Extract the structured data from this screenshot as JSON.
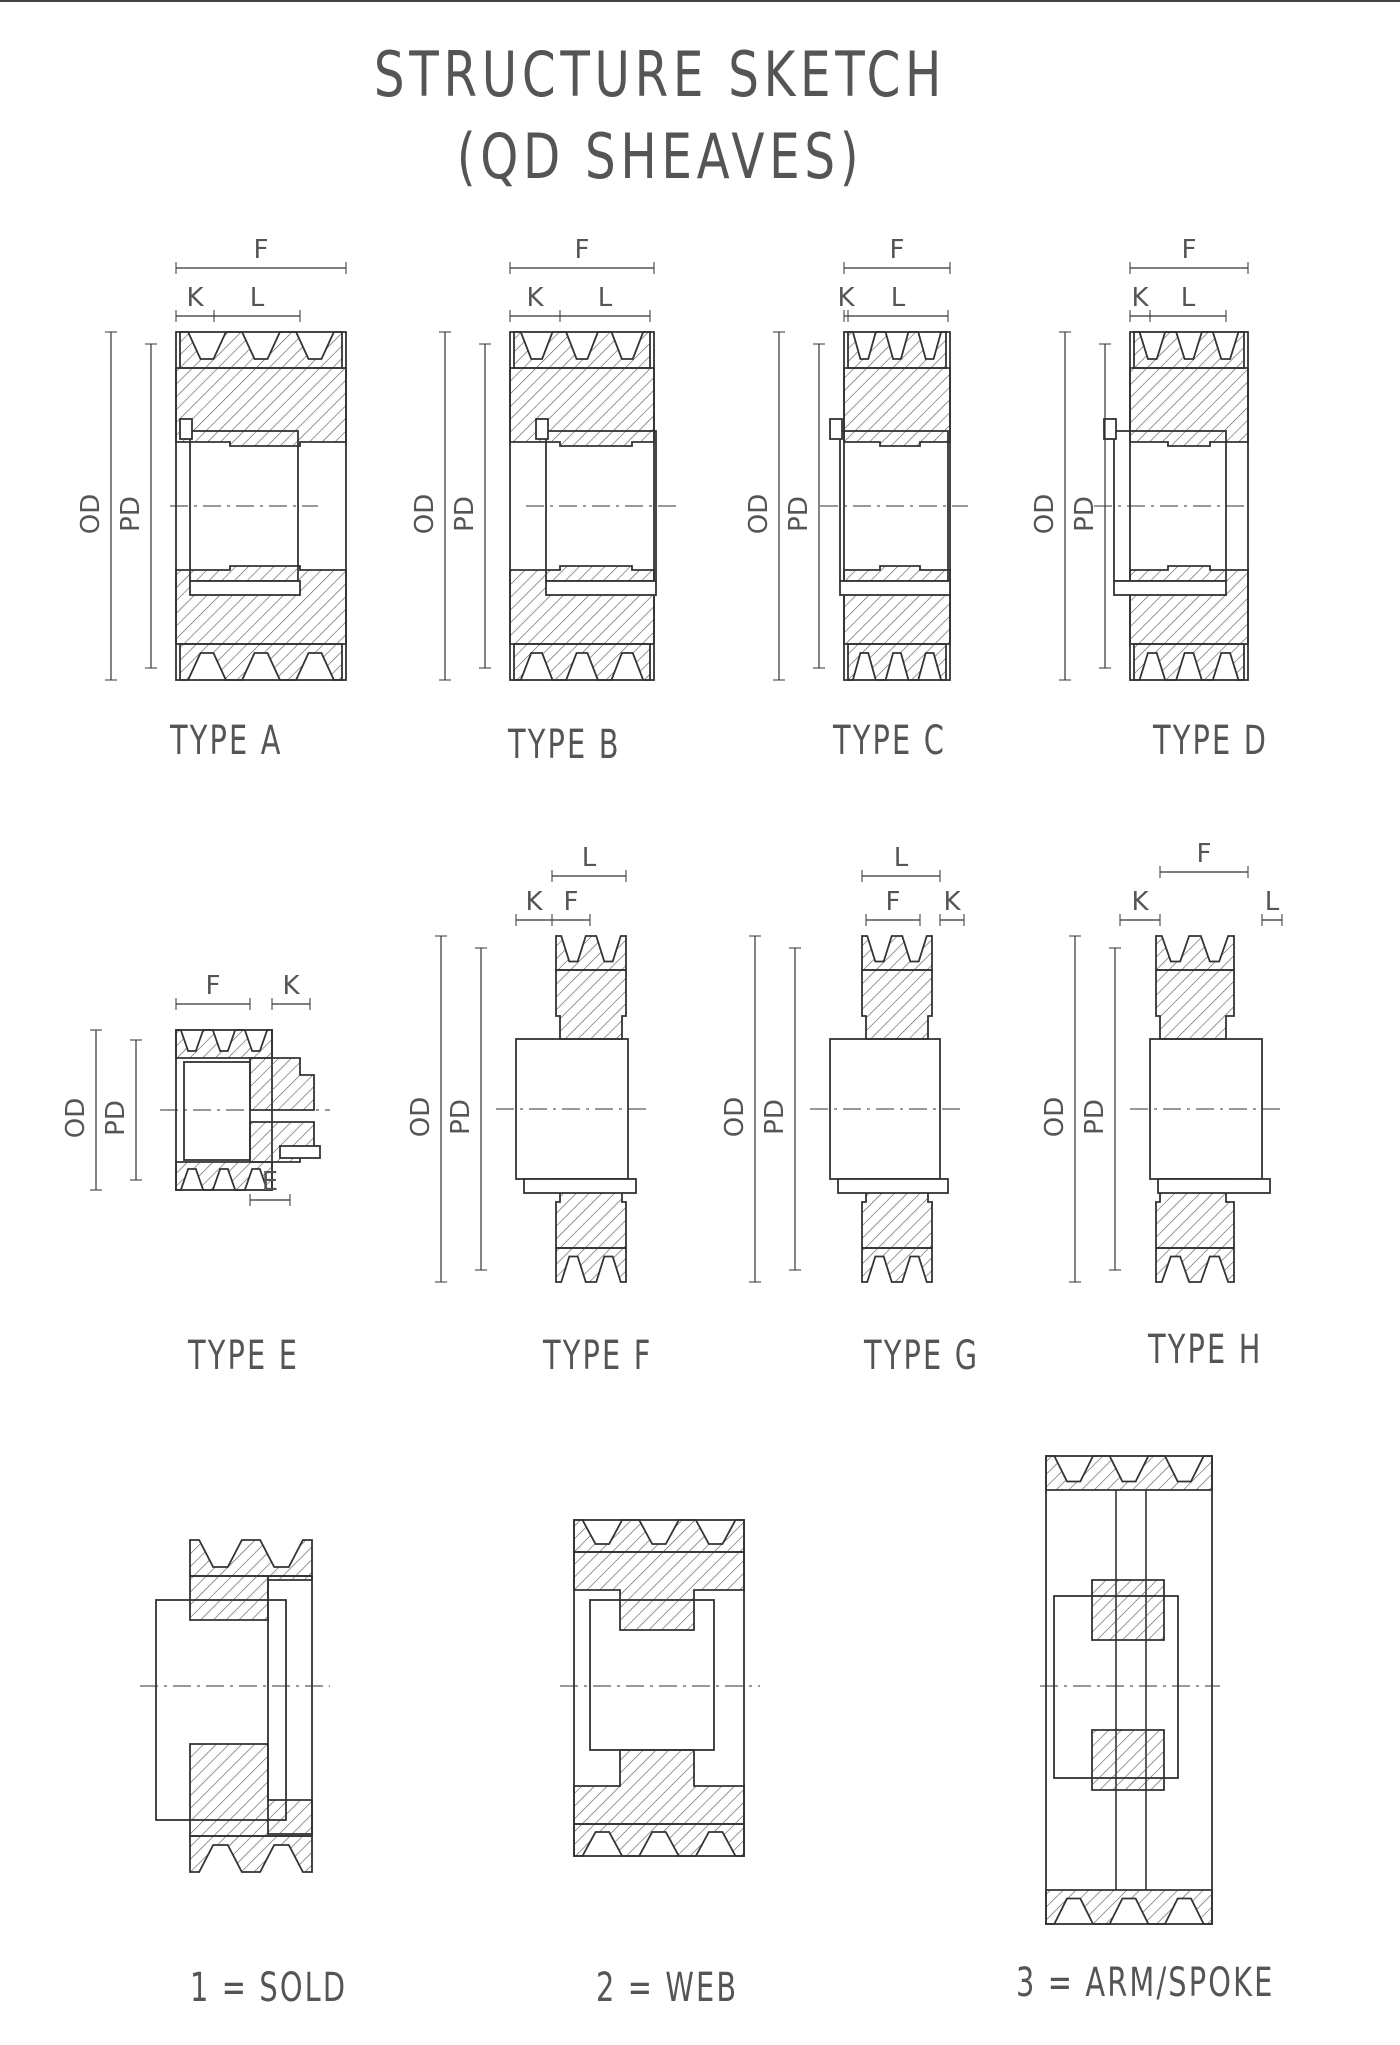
{
  "title": {
    "line1": "STRUCTURE SKETCH",
    "line2": "(QD SHEAVES)"
  },
  "dimension_labels": {
    "od": "OD",
    "pd": "PD",
    "f": "F",
    "k": "K",
    "l": "L",
    "e": "E"
  },
  "types": [
    {
      "id": "A",
      "caption": "TYPE A"
    },
    {
      "id": "B",
      "caption": "TYPE B"
    },
    {
      "id": "C",
      "caption": "TYPE C"
    },
    {
      "id": "D",
      "caption": "TYPE D"
    },
    {
      "id": "E",
      "caption": "TYPE E"
    },
    {
      "id": "F",
      "caption": "TYPE F"
    },
    {
      "id": "G",
      "caption": "TYPE G"
    },
    {
      "id": "H",
      "caption": "TYPE H"
    }
  ],
  "construction": [
    {
      "id": "1",
      "caption": "1 = SOLD"
    },
    {
      "id": "2",
      "caption": "2 = WEB"
    },
    {
      "id": "3",
      "caption": "3 = ARM/SPOKE"
    }
  ],
  "colors": {
    "line": "#333333",
    "hatch": "#555555",
    "text": "#555555"
  }
}
